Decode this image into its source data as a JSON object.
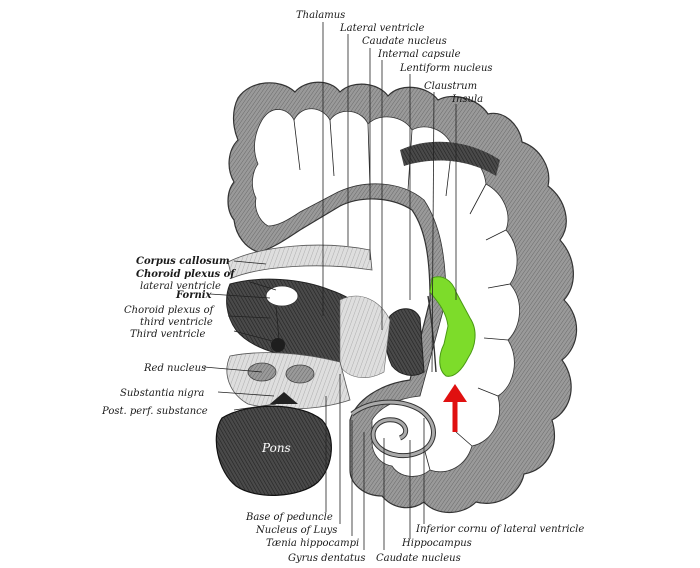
{
  "labels": {
    "thalamus": "Thalamus",
    "lateral_ventricle": "Lateral ventricle",
    "caudate_nucleus_top": "Caudate nucleus",
    "internal_capsule": "Internal capsule",
    "lentiform_nucleus": "Lentiform nucleus",
    "claustrum": "Claustrum",
    "insula": "Insula",
    "corpus_callosum": "Corpus callosum",
    "choroid_plexus_lateral_1": "Choroid plexus of",
    "choroid_plexus_lateral_2": "lateral ventricle",
    "fornix": "Fornix",
    "choroid_plexus_third_1": "Choroid plexus of",
    "choroid_plexus_third_2": "third ventricle",
    "third_ventricle": "Third ventricle",
    "red_nucleus": "Red nucleus",
    "substantia_nigra": "Substantia nigra",
    "post_perf_substance": "Post. perf. substance",
    "pons": "Pons",
    "base_of_peduncle": "Base of peduncle",
    "nucleus_of_luys": "Nucleus of Luys",
    "taenia_hippocampi": "Tænia hippocampi",
    "gyrus_dentatus": "Gyrus dentatus",
    "caudate_nucleus_bottom": "Caudate nucleus",
    "inferior_cornu": "Inferior cornu of lateral ventricle",
    "hippocampus": "Hippocampus"
  },
  "colors": {
    "highlight": "#7ddc2a",
    "arrow": "#e01010",
    "grey_matter": "#8a8a8a",
    "dark_matter": "#3a3a3a",
    "white_matter": "#ffffff"
  },
  "icons": {
    "arrow": "red-up-arrow-icon"
  }
}
